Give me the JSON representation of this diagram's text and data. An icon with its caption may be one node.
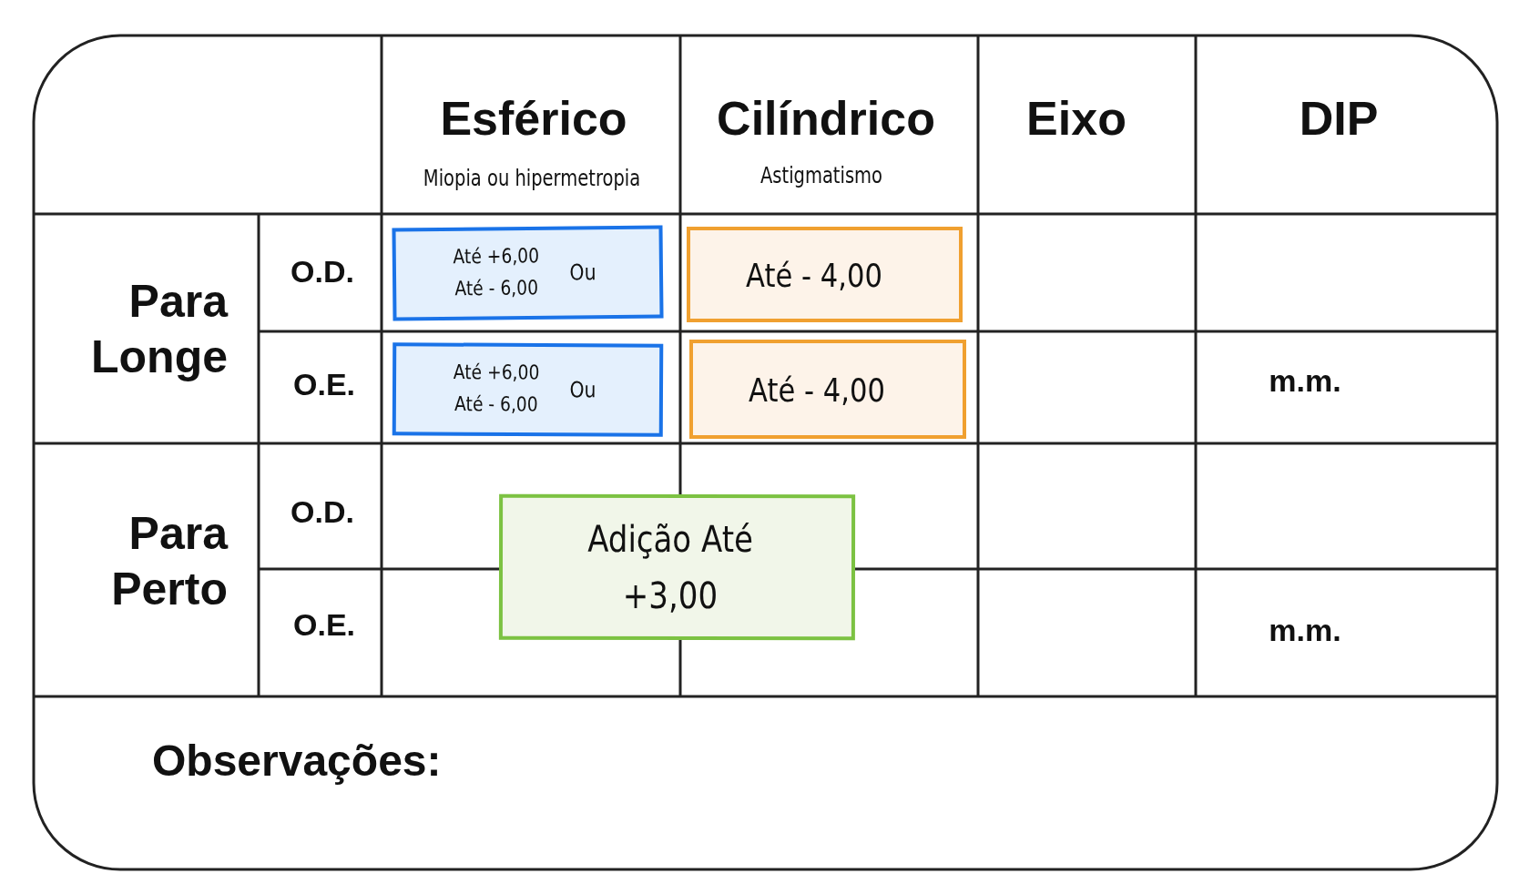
{
  "diagram": {
    "nodes": [
      {
        "text": [
          "Até +6,00",
          "Até - 6,00",
          "Ou"
        ]
      },
      {
        "text": [
          "Até - 4,00"
        ]
      },
      {
        "text": [
          "Até +6,00",
          "Até - 6,00",
          "Ou"
        ]
      },
      {
        "text": [
          "Até - 4,00"
        ]
      },
      {
        "text": [
          "Adição Até +3,00"
        ]
      }
    ],
    "labels": [
      "Esférico",
      "Miopia ou hipermetropia",
      "Cilíndrico",
      "Astigmatismo",
      "Eixo",
      "DIP",
      "Para Longe",
      "O.D.",
      "O.E.",
      "m.m.",
      "Para Perto",
      "O.D.",
      "O.E.",
      "m.m.",
      "Observações:"
    ]
  }
}
